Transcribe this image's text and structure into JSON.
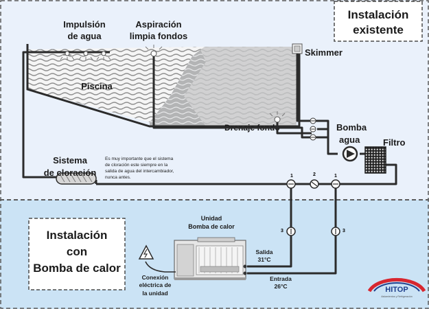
{
  "top_section": {
    "title_line1": "Instalación",
    "title_line2": "existente",
    "labels": {
      "impulsion_line1": "Impulsión",
      "impulsion_line2": "de agua",
      "aspiracion_line1": "Aspiración",
      "aspiracion_line2": "limpia fondos",
      "skimmer": "Skimmer",
      "piscina": "Piscina",
      "drenaje": "Drenaje fondo",
      "bomba_line1": "Bomba",
      "bomba_line2": "agua",
      "filtro": "Filtro",
      "cloracion_line1": "Sistema",
      "cloracion_line2": "de cloración"
    },
    "note_lines": [
      "Es muy importante que el sistema",
      "de cloración este siempre en la",
      "salida de agua del intercambiador,",
      "nunca antes."
    ],
    "valve_numbers": [
      "1",
      "2",
      "1"
    ]
  },
  "bottom_section": {
    "title_line1": "Instalación",
    "title_line2": "con",
    "title_line3": "Bomba de calor",
    "unit_label_line1": "Unidad",
    "unit_label_line2": "Bomba de calor",
    "conexion_line1": "Conexión",
    "conexion_line2": "eléctrica de",
    "conexion_line3": "la unidad",
    "salida_line1": "Salida",
    "salida_line2": "31°C",
    "entrada_line1": "Entrada",
    "entrada_line2": "26°C",
    "valve_numbers": [
      "3",
      "3"
    ]
  },
  "logo": {
    "name": "HITOP",
    "tagline": "Aislamientos y Refrigeración"
  },
  "colors": {
    "top_background": "#eaf1fb",
    "bottom_background": "#cbe3f5",
    "pipe": "#2b2b2b",
    "logo_red": "#d8262f",
    "logo_blue": "#1f3f8c"
  }
}
